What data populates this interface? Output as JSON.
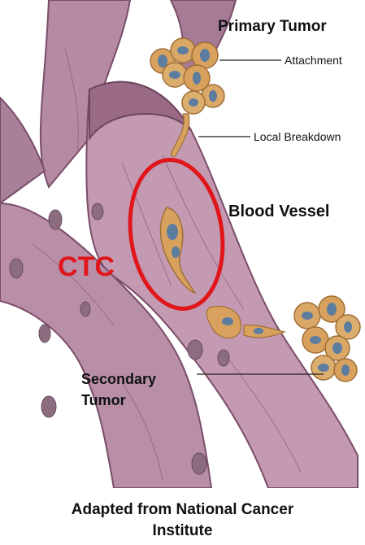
{
  "labels": {
    "primary_tumor": "Primary Tumor",
    "attachment": "Attachment",
    "local_breakdown": "Local Breakdown",
    "blood_vessel": "Blood Vessel",
    "ctc": "CTC",
    "secondary_tumor_line1": "Secondary",
    "secondary_tumor_line2": "Tumor"
  },
  "caption": {
    "line1": "Adapted from National Cancer",
    "line2": "Institute"
  },
  "colors": {
    "vessel_wall": "#9a6a86",
    "vessel_lumen": "#cda9bf",
    "tumor_cell": "#d8a25e",
    "nucleus": "#5d7da0",
    "highlight": "#e0161a"
  }
}
